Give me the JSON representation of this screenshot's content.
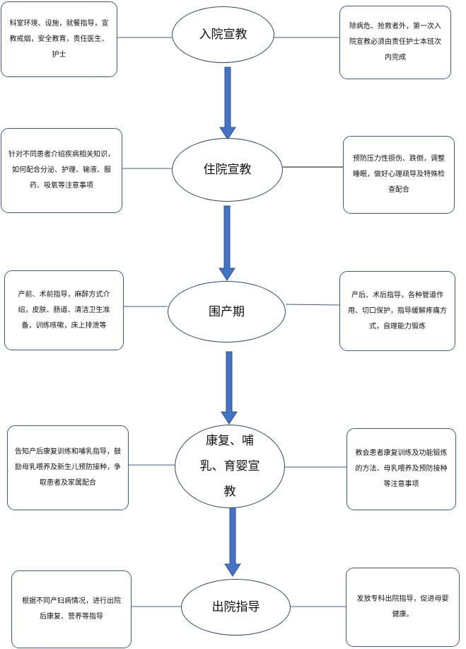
{
  "stages": [
    {
      "title": "入院宣教",
      "left": "科室环境、设施，就餐指导，宣教戒烟，安全教育，责任医生、护士",
      "right": "除病危、抢救者外，第一次入院宣教必须由责任护士本班次内完成"
    },
    {
      "title": "住院宣教",
      "left": "针对不同患者介绍疾病相关知识，如何配合分泌、护理、输液、服药、吸氧等注意事项",
      "right": "预防压力性损伤、跌倒，调整睡眠，做好心理疏导及特殊检查配合"
    },
    {
      "title": "围产期",
      "left": "产前、术前指导，麻醉方式介绍，皮肤、肠道、清洁卫生准备，训练咳嗽，床上排泄等",
      "right": "产后、术后指导，各种管道作用、切口保护，指导缓解疼痛方式，自理能力锻炼"
    },
    {
      "title": "康复、哺乳、育婴宣教",
      "left": "告知产后康复训练和哺乳指导，鼓励母乳喂养及新生儿预防接种，争取患者及家属配合",
      "right": "教会患者康复训练及功能锻炼的方法、母乳喂养及预防接种等注意事项"
    },
    {
      "title": "出院指导",
      "left": "根据不同产妇病情况，进行出院后康复、营养等指导",
      "right": "发放专科出院指导，促进母婴健康。"
    }
  ],
  "colors": {
    "arrow": "#4472c4",
    "arrow_edge": "#2f528f",
    "line": "#3f5d82"
  }
}
